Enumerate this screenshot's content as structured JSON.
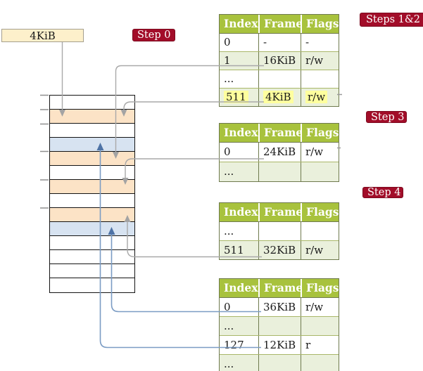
{
  "legend_box": {
    "label": "4KiB"
  },
  "badges": {
    "step0": "Step 0",
    "steps12": "Steps 1&2",
    "step3": "Step 3",
    "step4": "Step 4"
  },
  "memory": {
    "rows": [
      {
        "type": "free"
      },
      {
        "type": "pt"
      },
      {
        "type": "free"
      },
      {
        "type": "data"
      },
      {
        "type": "pt"
      },
      {
        "type": "free"
      },
      {
        "type": "pt"
      },
      {
        "type": "free"
      },
      {
        "type": "pt"
      },
      {
        "type": "data"
      },
      {
        "type": "free"
      },
      {
        "type": "free"
      },
      {
        "type": "free"
      },
      {
        "type": "free"
      }
    ]
  },
  "tables": [
    {
      "columns": [
        "Index",
        "Frame",
        "Flags"
      ],
      "rows": [
        {
          "tint": "plain",
          "cells": [
            "0",
            "-",
            "-"
          ]
        },
        {
          "tint": "tint",
          "cells": [
            "1",
            "16KiB",
            "r/w"
          ]
        },
        {
          "tint": "plain",
          "cells": [
            "...",
            "",
            ""
          ]
        },
        {
          "tint": "tint",
          "hl": "hl",
          "cells": [
            "511",
            "4KiB",
            "r/w"
          ]
        }
      ]
    },
    {
      "columns": [
        "Index",
        "Frame",
        "Flags"
      ],
      "rows": [
        {
          "tint": "plain",
          "cells": [
            "0",
            "24KiB",
            "r/w"
          ]
        },
        {
          "tint": "tint",
          "cells": [
            "...",
            "",
            ""
          ]
        }
      ]
    },
    {
      "columns": [
        "Index",
        "Frame",
        "Flags"
      ],
      "rows": [
        {
          "tint": "plain",
          "cells": [
            "...",
            "",
            ""
          ]
        },
        {
          "tint": "tint",
          "cells": [
            "511",
            "32KiB",
            "r/w"
          ]
        }
      ]
    },
    {
      "columns": [
        "Index",
        "Frame",
        "Flags"
      ],
      "rows": [
        {
          "tint": "plain",
          "cells": [
            "0",
            "36KiB",
            "r/w"
          ]
        },
        {
          "tint": "tint",
          "cells": [
            "...",
            "",
            ""
          ]
        },
        {
          "tint": "plain",
          "cells": [
            "127",
            "12KiB",
            "r"
          ]
        },
        {
          "tint": "tint",
          "cells": [
            "...",
            "",
            ""
          ]
        }
      ]
    }
  ],
  "connectors": [
    {
      "from": "4KiB legend box",
      "to": "memory row 2 (page-table page at 4KiB)",
      "color": "gray"
    },
    {
      "from": "table 1 entry 1 / 16KiB",
      "to": "memory row 5 (16KiB)",
      "color": "gray"
    },
    {
      "from": "table 1 entry 511 / 4KiB",
      "to": "memory row 2 (4KiB, self-map)",
      "color": "gray"
    },
    {
      "from": "table 2 entry 0 / 24KiB",
      "to": "memory row 7 (24KiB)",
      "color": "gray"
    },
    {
      "from": "table 3 entry 511 / 32KiB",
      "to": "memory row 9 (32KiB)",
      "color": "gray"
    },
    {
      "from": "table 4 entry 0 / 36KiB",
      "to": "memory row 10 (36KiB data page)",
      "color": "blue"
    },
    {
      "from": "table 4 entry 127 / 12KiB",
      "to": "memory row 4 (12KiB data page)",
      "color": "blue"
    }
  ],
  "colors": {
    "badge_red": "#a20d29",
    "header_green": "#a8c23d",
    "row_tint_green": "#eaf0dc",
    "page_table_peach": "#fce3c6",
    "data_page_blue": "#d7e3f1",
    "legend_cream": "#fdf0cb",
    "highlight_yellow": "#feff9e",
    "arrow_gray": "#a9a9a9",
    "arrow_blue": "#7b9cc4"
  }
}
